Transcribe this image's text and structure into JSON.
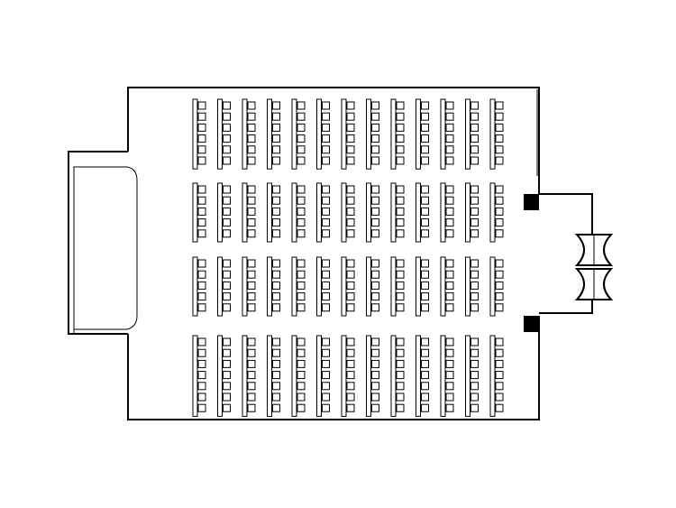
{
  "floor_plan": {
    "layout": "classroom",
    "seating_blocks": [
      {
        "columns": 13,
        "rows": 6
      },
      {
        "columns": 13,
        "rows": 5
      },
      {
        "columns": 13,
        "rows": 5
      },
      {
        "columns": 13,
        "rows": 7
      }
    ],
    "seats_per_column_unit": 1,
    "entrance_doors": 2,
    "features": [
      "stage",
      "entrance-vestibule",
      "double-doors",
      "corner-columns"
    ]
  },
  "colors": {
    "line": "#000000",
    "background": "#ffffff"
  }
}
